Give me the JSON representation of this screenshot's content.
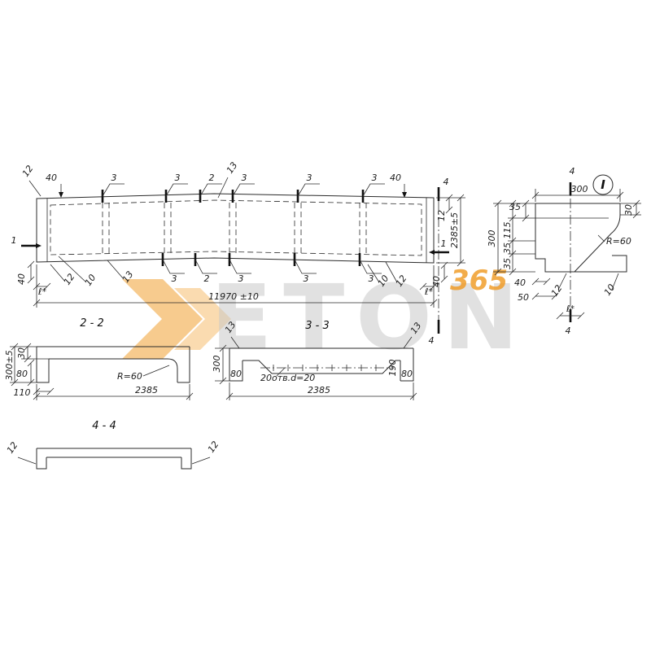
{
  "watermark": {
    "brand": "ETON",
    "number": "365"
  },
  "plan": {
    "callout_top_left_12": "12",
    "dim_top_left_40": "40",
    "cut_flags_top": [
      "3",
      "3",
      "2",
      "3",
      "3",
      "3"
    ],
    "callout_top_13": "13",
    "dim_top_right_40": "40",
    "cut_mark_4_top": "4",
    "cut_mark_4_bottom": "4",
    "cut_mark_1_left": "1",
    "cut_mark_1_right": "1",
    "dim_right_12": "12",
    "dim_width": "2385±5",
    "dim_length": "11970 ±10",
    "cut_flags_bottom": [
      "3",
      "2",
      "3",
      "3",
      "3"
    ],
    "dim_bottom_left_40": "40",
    "callout_bottom_left_l": "ℓ*",
    "callout_bottom_left_12": "12",
    "callout_bottom_left_10": "10",
    "callout_bottom_left_13": "13",
    "callout_bottom_right_10": "10",
    "callout_bottom_right_12": "12",
    "callout_bottom_right_l": "ℓ*",
    "dim_bottom_right_40": "40"
  },
  "detail": {
    "title": "I",
    "cut_mark_top": "4",
    "cut_mark_bottom": "4",
    "dim_300_top": "300",
    "dim_35_top": "35",
    "dim_115": "115",
    "dim_35_a": "35",
    "dim_35_b": "35",
    "dim_300_left": "300",
    "dim_30_right": "30",
    "radius": "R=60",
    "dim_40": "40",
    "dim_50": "50",
    "callout_12": "12",
    "callout_10": "10",
    "dim_l": "ℓ*"
  },
  "section22": {
    "title": "2 - 2",
    "dim_30": "30",
    "dim_height": "300±5",
    "dim_80": "80",
    "dim_110": "110",
    "radius": "R=60",
    "dim_width": "2385"
  },
  "section33": {
    "title": "3 - 3",
    "callout_left_13": "13",
    "callout_right_13": "13",
    "dim_300": "300",
    "dim_80_left": "80",
    "holes_note": "20отв.d=20",
    "dim_190": "190",
    "dim_80_right": "80",
    "dim_width": "2385"
  },
  "section44": {
    "title": "4 - 4",
    "callout_left_12": "12",
    "callout_right_12": "12"
  }
}
